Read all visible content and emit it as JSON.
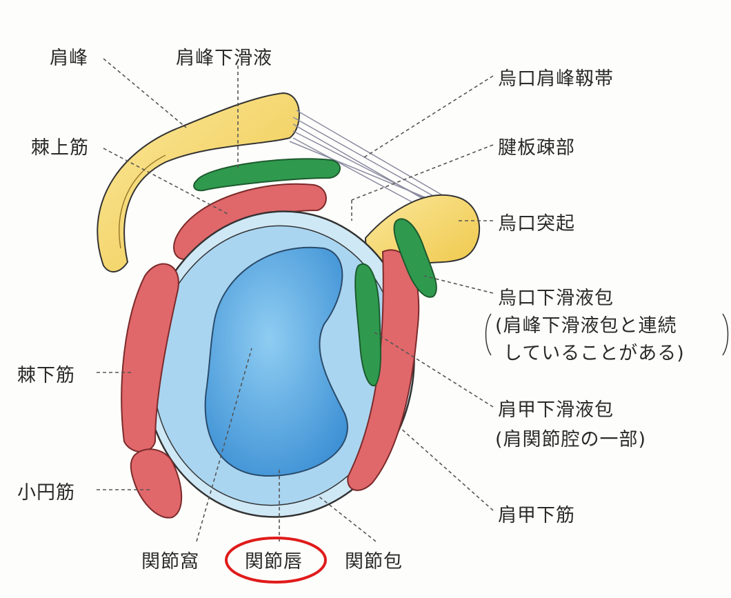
{
  "labels": {
    "acromion": "肩峰",
    "subacromial_bursa": "肩峰下滑液",
    "coracoacromial_ligament": "烏口肩峰靱帯",
    "supraspinatus": "棘上筋",
    "rotator_interval": "腱板疎部",
    "coracoid_process": "烏口突起",
    "subcoracoid_bursa": "烏口下滑液包",
    "subcoracoid_note_1": "(肩峰下滑液包と連続",
    "subcoracoid_note_2": "していることがある)",
    "infraspinatus": "棘下筋",
    "subscapular_bursa": "肩甲下滑液包",
    "subscapular_note": "(肩関節腔の一部)",
    "teres_minor": "小円筋",
    "subscapularis": "肩甲下筋",
    "glenoid": "関節窩",
    "labrum": "関節唇",
    "capsule": "関節包"
  },
  "colors": {
    "bone": "#f6d86a",
    "muscle": "#e0676a",
    "bursa": "#2f9a4e",
    "capsule": "#bfe0f3",
    "glenoid": "#4fa3de",
    "highlight": "#e01b1b"
  }
}
